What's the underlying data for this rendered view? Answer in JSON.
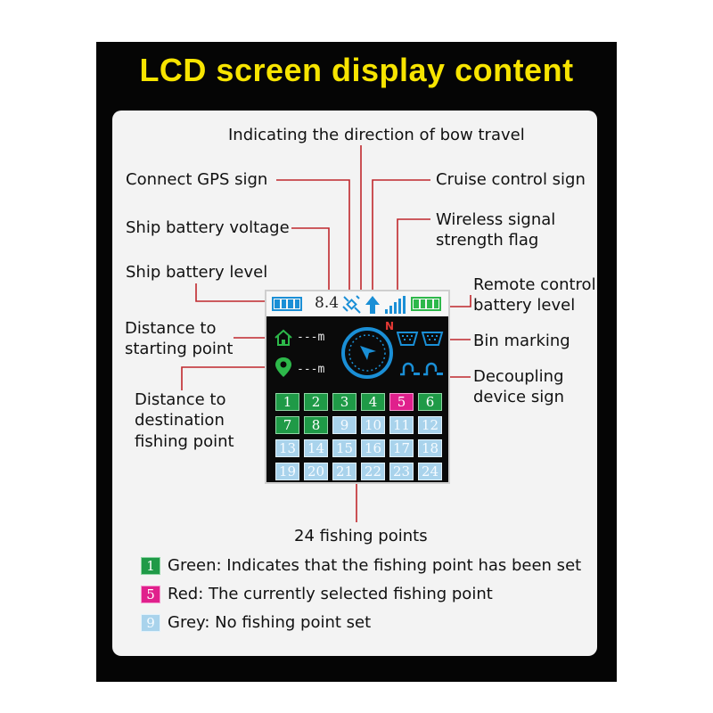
{
  "title": "LCD screen display content",
  "labels": {
    "bow_direction": "Indicating the direction of bow travel",
    "gps": "Connect GPS sign",
    "cruise": "Cruise control sign",
    "ship_voltage": "Ship battery voltage",
    "wireless_1": "Wireless signal",
    "wireless_2": "strength flag",
    "ship_battery": "Ship battery level",
    "remote_1": "Remote control",
    "remote_2": "battery level",
    "start_1": "Distance to",
    "start_2": "starting point",
    "bin": "Bin marking",
    "decouple_1": "Decoupling",
    "decouple_2": "device sign",
    "dest_1": "Distance to",
    "dest_2": "destination",
    "dest_3": "fishing point",
    "fishing_points": "24 fishing points"
  },
  "lcd": {
    "voltage": "8.4",
    "compass_north": "N",
    "distance_placeholder": "---m",
    "points": [
      {
        "n": "1",
        "state": "green"
      },
      {
        "n": "2",
        "state": "green"
      },
      {
        "n": "3",
        "state": "green"
      },
      {
        "n": "4",
        "state": "green"
      },
      {
        "n": "5",
        "state": "red"
      },
      {
        "n": "6",
        "state": "green"
      },
      {
        "n": "7",
        "state": "green"
      },
      {
        "n": "8",
        "state": "green"
      },
      {
        "n": "9",
        "state": "grey"
      },
      {
        "n": "10",
        "state": "grey"
      },
      {
        "n": "11",
        "state": "grey"
      },
      {
        "n": "12",
        "state": "grey"
      },
      {
        "n": "13",
        "state": "grey"
      },
      {
        "n": "14",
        "state": "grey"
      },
      {
        "n": "15",
        "state": "grey"
      },
      {
        "n": "16",
        "state": "grey"
      },
      {
        "n": "17",
        "state": "grey"
      },
      {
        "n": "18",
        "state": "grey"
      },
      {
        "n": "19",
        "state": "grey"
      },
      {
        "n": "20",
        "state": "grey"
      },
      {
        "n": "21",
        "state": "grey"
      },
      {
        "n": "22",
        "state": "grey"
      },
      {
        "n": "23",
        "state": "grey"
      },
      {
        "n": "24",
        "state": "grey"
      }
    ]
  },
  "legend": [
    {
      "num": "1",
      "state": "green",
      "text": "Green: Indicates that the fishing point has been set"
    },
    {
      "num": "5",
      "state": "red",
      "text": "Red: The currently selected fishing point"
    },
    {
      "num": "9",
      "state": "grey",
      "text": "Grey: No fishing point set"
    }
  ],
  "colors": {
    "title": "#f7e400",
    "leader_line": "#c0282d",
    "green": "#1f9a47",
    "red": "#e0208c",
    "grey": "#a9d3ec",
    "icon_blue": "#1a8fd6",
    "icon_green": "#2db84a"
  }
}
